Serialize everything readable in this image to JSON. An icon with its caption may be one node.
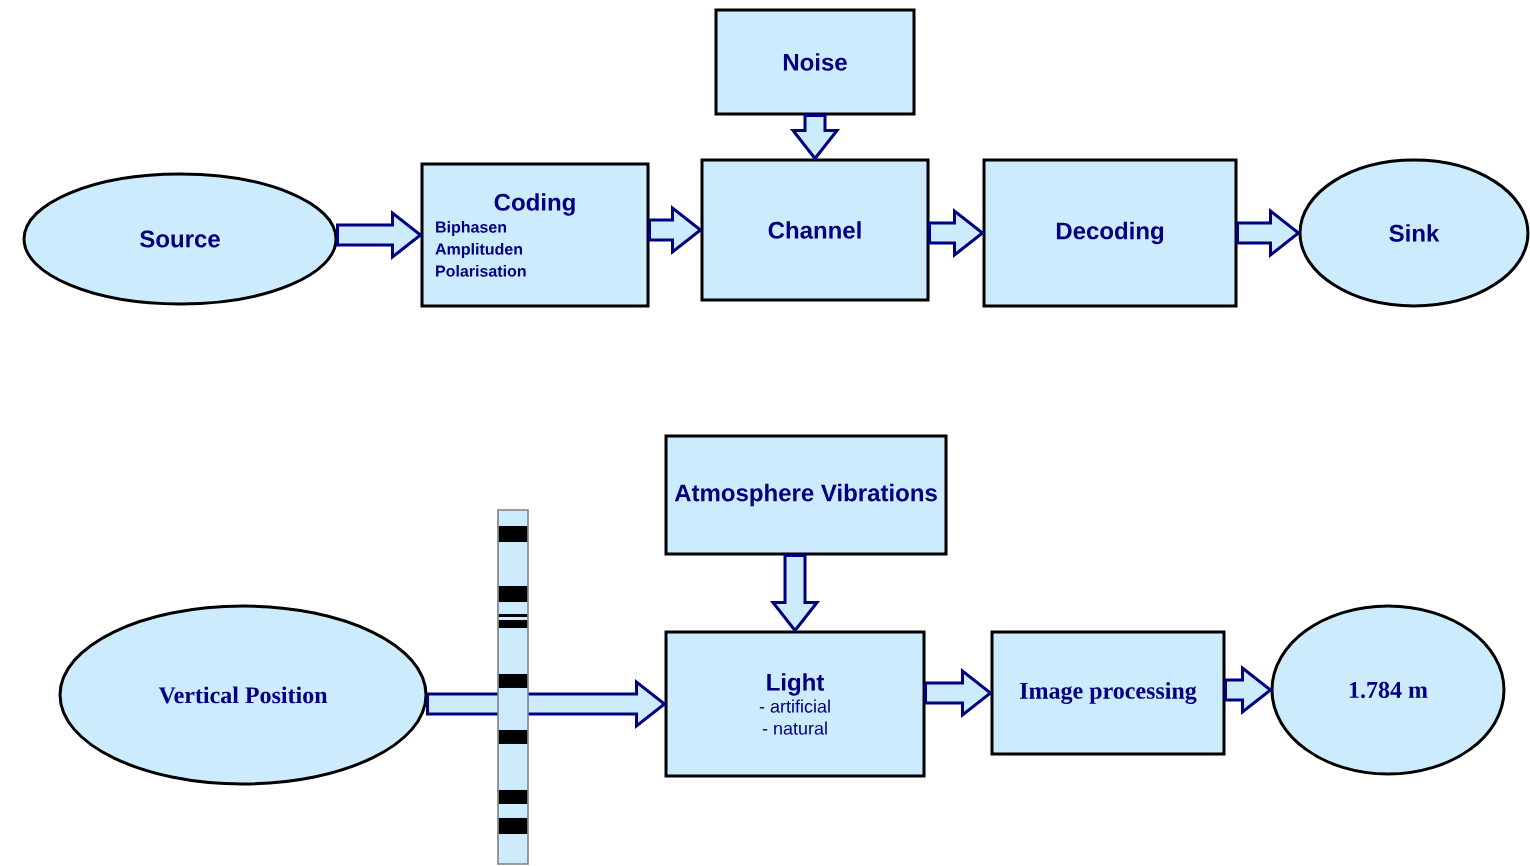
{
  "diagram": {
    "nodes": [
      {
        "text": [
          "Source"
        ]
      },
      {
        "text": [
          "Coding",
          "Biphasen",
          "Amplituden",
          "Polarisation"
        ]
      },
      {
        "text": [
          "Channel"
        ]
      },
      {
        "text": [
          "Noise"
        ]
      },
      {
        "text": [
          "Decoding"
        ]
      },
      {
        "text": [
          "Sink"
        ]
      },
      {
        "text": [
          "Vertical Position"
        ]
      },
      {
        "text": [
          "Atmosphere Vibrations"
        ]
      },
      {
        "text": [
          "Light",
          "- artificial",
          "- natural"
        ]
      },
      {
        "text": [
          "Image processing"
        ]
      },
      {
        "text": [
          "1.784 m"
        ]
      }
    ],
    "edges": [
      {
        "from": 0,
        "to": 1,
        "arrow": "to"
      },
      {
        "from": 1,
        "to": 2,
        "arrow": "to"
      },
      {
        "from": 3,
        "to": 2,
        "arrow": "to"
      },
      {
        "from": 2,
        "to": 4,
        "arrow": "to"
      },
      {
        "from": 4,
        "to": 5,
        "arrow": "to"
      },
      {
        "from": 6,
        "to": 8,
        "arrow": "to"
      },
      {
        "from": 7,
        "to": 8,
        "arrow": "to"
      },
      {
        "from": 8,
        "to": 9,
        "arrow": "to"
      },
      {
        "from": 9,
        "to": 10,
        "arrow": "to"
      }
    ]
  }
}
